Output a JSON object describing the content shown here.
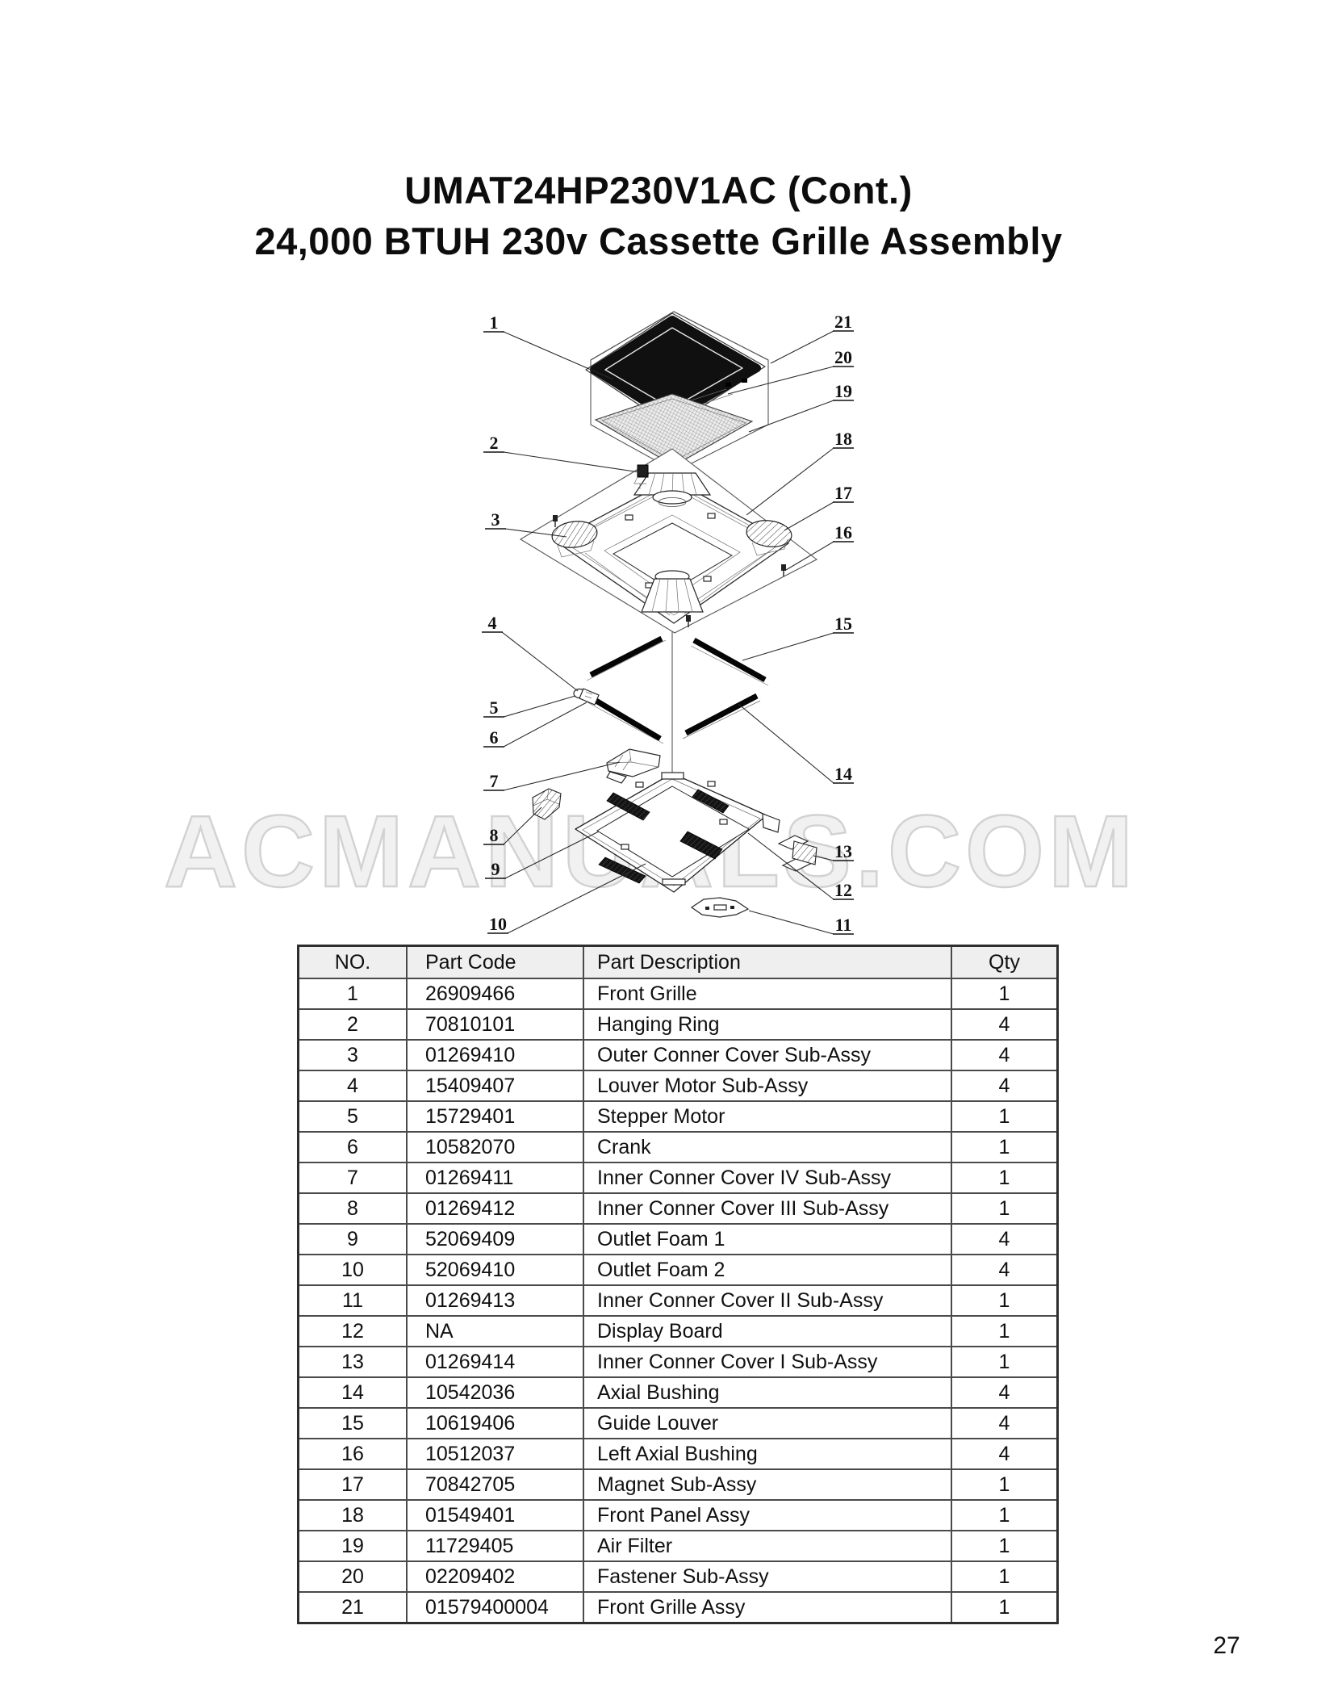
{
  "header": {
    "title_line1": "UMAT24HP230V1AC (Cont.)",
    "title_line2": "24,000 BTUH 230v Cassette Grille Assembly"
  },
  "watermark": {
    "text": "ACMANUALS.COM"
  },
  "diagram": {
    "kind": "exploded-assembly-view",
    "callouts": [
      {
        "label": "1"
      },
      {
        "label": "2"
      },
      {
        "label": "3"
      },
      {
        "label": "4"
      },
      {
        "label": "5"
      },
      {
        "label": "6"
      },
      {
        "label": "7"
      },
      {
        "label": "8"
      },
      {
        "label": "9"
      },
      {
        "label": "10"
      },
      {
        "label": "11"
      },
      {
        "label": "12"
      },
      {
        "label": "13"
      },
      {
        "label": "14"
      },
      {
        "label": "15"
      },
      {
        "label": "16"
      },
      {
        "label": "17"
      },
      {
        "label": "18"
      },
      {
        "label": "19"
      },
      {
        "label": "20"
      },
      {
        "label": "21"
      }
    ]
  },
  "parts_table": {
    "columns": [
      "NO.",
      "Part Code",
      "Part Description",
      "Qty"
    ],
    "rows": [
      {
        "no": "1",
        "part_code": "26909466",
        "description": "Front Grille",
        "qty": "1"
      },
      {
        "no": "2",
        "part_code": "70810101",
        "description": "Hanging Ring",
        "qty": "4"
      },
      {
        "no": "3",
        "part_code": "01269410",
        "description": "Outer Conner Cover Sub-Assy",
        "qty": "4"
      },
      {
        "no": "4",
        "part_code": "15409407",
        "description": "Louver Motor  Sub-Assy",
        "qty": "4"
      },
      {
        "no": "5",
        "part_code": "15729401",
        "description": "Stepper Motor",
        "qty": "1"
      },
      {
        "no": "6",
        "part_code": "10582070",
        "description": "Crank",
        "qty": "1"
      },
      {
        "no": "7",
        "part_code": "01269411",
        "description": "Inner Conner Cover IV Sub-Assy",
        "qty": "1"
      },
      {
        "no": "8",
        "part_code": "01269412",
        "description": "Inner Conner Cover III Sub-Assy",
        "qty": "1"
      },
      {
        "no": "9",
        "part_code": "52069409",
        "description": "Outlet Foam 1",
        "qty": "4"
      },
      {
        "no": "10",
        "part_code": "52069410",
        "description": "Outlet Foam 2",
        "qty": "4"
      },
      {
        "no": "11",
        "part_code": "01269413",
        "description": "Inner Conner Cover II Sub-Assy",
        "qty": "1"
      },
      {
        "no": "12",
        "part_code": "NA",
        "description": "Display Board",
        "qty": "1"
      },
      {
        "no": "13",
        "part_code": "01269414",
        "description": "Inner Conner Cover I Sub-Assy",
        "qty": "1"
      },
      {
        "no": "14",
        "part_code": "10542036",
        "description": "Axial Bushing",
        "qty": "4"
      },
      {
        "no": "15",
        "part_code": "10619406",
        "description": "Guide Louver",
        "qty": "4"
      },
      {
        "no": "16",
        "part_code": "10512037",
        "description": "Left Axial Bushing",
        "qty": "4"
      },
      {
        "no": "17",
        "part_code": "70842705",
        "description": "Magnet Sub-Assy",
        "qty": "1"
      },
      {
        "no": "18",
        "part_code": "01549401",
        "description": "Front Panel Assy",
        "qty": "1"
      },
      {
        "no": "19",
        "part_code": "11729405",
        "description": "Air Filter",
        "qty": "1"
      },
      {
        "no": "20",
        "part_code": "02209402",
        "description": "Fastener Sub-Assy",
        "qty": "1"
      },
      {
        "no": "21",
        "part_code": "01579400004",
        "description": "Front Grille Assy",
        "qty": "1"
      }
    ]
  },
  "footer": {
    "page_number": "27"
  },
  "colors": {
    "table_header_bg": "#efefef",
    "table_border": "#3a3a3a",
    "watermark": "#d6d6d6",
    "ink": "#111111"
  }
}
